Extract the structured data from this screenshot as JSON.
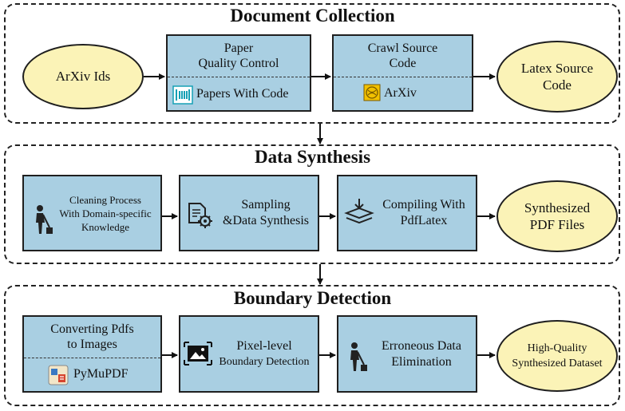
{
  "sections": {
    "collection": {
      "title": "Document Collection"
    },
    "synthesis": {
      "title": "Data Synthesis"
    },
    "detection": {
      "title": "Boundary Detection"
    }
  },
  "collection": {
    "start": "ArXiv Ids",
    "quality_top": [
      "Paper",
      "Quality Control"
    ],
    "quality_bottom": "Papers With Code",
    "crawl_top": [
      "Crawl Source",
      "Code"
    ],
    "crawl_bottom": "ArXiv",
    "end": [
      "Latex Source",
      "Code"
    ]
  },
  "synthesis": {
    "cleaning": [
      "Cleaning Process",
      "With Domain-specific",
      "Knowledge"
    ],
    "sampling": [
      "Sampling",
      "&Data Synthesis"
    ],
    "compiling": [
      "Compiling With",
      "PdfLatex"
    ],
    "end": [
      "Synthesized",
      "PDF Files"
    ]
  },
  "detection": {
    "convert_top": [
      "Converting Pdfs",
      "to Images"
    ],
    "convert_bottom": "PyMuPDF",
    "pixel": [
      "Pixel-level",
      "Boundary Detection"
    ],
    "erroneous": [
      "Erroneous Data",
      "Elimination"
    ],
    "end": [
      "High-Quality",
      "Synthesized Dataset"
    ]
  },
  "icons": [
    "papers-with-code-icon",
    "arxiv-icon",
    "cleaning-worker-icon",
    "document-gear-icon",
    "layers-download-icon",
    "pymupdf-icon",
    "image-frame-icon"
  ],
  "colors": {
    "box_fill": "#a9cfe2",
    "ellipse_fill": "#fbf3b7",
    "stroke": "#1f1f1f"
  }
}
